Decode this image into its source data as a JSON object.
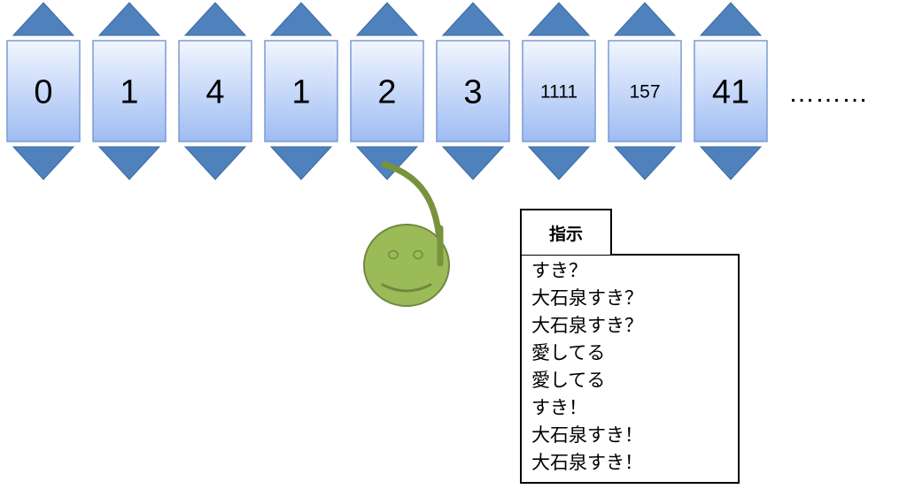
{
  "tape": {
    "cells": [
      "0",
      "1",
      "4",
      "1",
      "2",
      "3",
      "1111",
      "157",
      "41"
    ],
    "ellipsis": "………",
    "head_index": 4,
    "colors": {
      "cell_top": "#f2f6ff",
      "cell_bottom": "#9ebcf2",
      "cell_border": "#7b9bd3",
      "arrow": "#4f81bd",
      "arrow_border": "#3a6aa2"
    }
  },
  "head": {
    "colors": {
      "face": "#9bbb59",
      "face_border": "#71893f",
      "wire": "#77933c"
    }
  },
  "instructions": {
    "title": "指示",
    "lines": [
      "すき？",
      "大石泉すき？",
      "大石泉すき？",
      "愛してる",
      "愛してる",
      "すき！",
      "大石泉すき！",
      "大石泉すき！"
    ]
  }
}
